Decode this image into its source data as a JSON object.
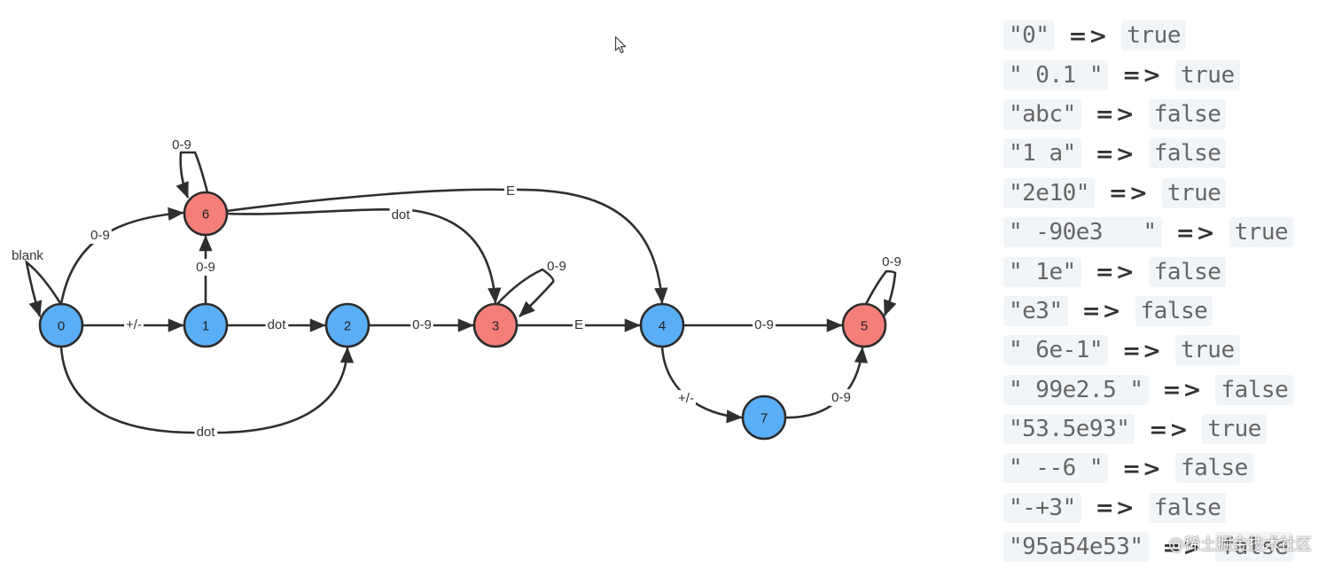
{
  "diagram": {
    "colors": {
      "start_state": "#5aaef5",
      "accept_state": "#f47f78",
      "edge": "#2f2f2f"
    },
    "nodes": [
      {
        "id": "0",
        "label": "0",
        "accepting": false
      },
      {
        "id": "1",
        "label": "1",
        "accepting": false
      },
      {
        "id": "2",
        "label": "2",
        "accepting": false
      },
      {
        "id": "3",
        "label": "3",
        "accepting": true
      },
      {
        "id": "4",
        "label": "4",
        "accepting": false
      },
      {
        "id": "5",
        "label": "5",
        "accepting": true
      },
      {
        "id": "6",
        "label": "6",
        "accepting": true
      },
      {
        "id": "7",
        "label": "7",
        "accepting": false
      }
    ],
    "edges": [
      {
        "id": "blank-0",
        "from": "0",
        "to": "0",
        "label": "blank"
      },
      {
        "id": "0-6",
        "from": "0",
        "to": "6",
        "label": "0-9"
      },
      {
        "id": "0-1",
        "from": "0",
        "to": "1",
        "label": "+/-"
      },
      {
        "id": "0-2",
        "from": "0",
        "to": "2",
        "label": "dot"
      },
      {
        "id": "1-6",
        "from": "1",
        "to": "6",
        "label": "0-9"
      },
      {
        "id": "1-2",
        "from": "1",
        "to": "2",
        "label": "dot"
      },
      {
        "id": "6-6",
        "from": "6",
        "to": "6",
        "label": "0-9"
      },
      {
        "id": "6-3",
        "from": "6",
        "to": "3",
        "label": "dot"
      },
      {
        "id": "6-4",
        "from": "6",
        "to": "4",
        "label": "E"
      },
      {
        "id": "2-3",
        "from": "2",
        "to": "3",
        "label": "0-9"
      },
      {
        "id": "3-3",
        "from": "3",
        "to": "3",
        "label": "0-9"
      },
      {
        "id": "3-4",
        "from": "3",
        "to": "4",
        "label": "E"
      },
      {
        "id": "4-5",
        "from": "4",
        "to": "5",
        "label": "0-9"
      },
      {
        "id": "4-7",
        "from": "4",
        "to": "7",
        "label": "+/-"
      },
      {
        "id": "7-5",
        "from": "7",
        "to": "5",
        "label": "0-9"
      },
      {
        "id": "5-5",
        "from": "5",
        "to": "5",
        "label": "0-9"
      }
    ]
  },
  "examples": [
    {
      "input": "\"0\"",
      "result": "true"
    },
    {
      "input": "\" 0.1 \"",
      "result": "true"
    },
    {
      "input": "\"abc\"",
      "result": "false"
    },
    {
      "input": "\"1 a\"",
      "result": "false"
    },
    {
      "input": "\"2e10\"",
      "result": "true"
    },
    {
      "input": "\" -90e3   \"",
      "result": "true"
    },
    {
      "input": "\" 1e\"",
      "result": "false"
    },
    {
      "input": "\"e3\"",
      "result": "false"
    },
    {
      "input": "\" 6e-1\"",
      "result": "true"
    },
    {
      "input": "\" 99e2.5 \"",
      "result": "false"
    },
    {
      "input": "\"53.5e93\"",
      "result": "true"
    },
    {
      "input": "\" --6 \"",
      "result": "false"
    },
    {
      "input": "\"-+3\"",
      "result": "false"
    },
    {
      "input": "\"95a54e53\"",
      "result": "false"
    }
  ],
  "arrow_text": "=>",
  "watermark": "@稀土掘金技术社区"
}
